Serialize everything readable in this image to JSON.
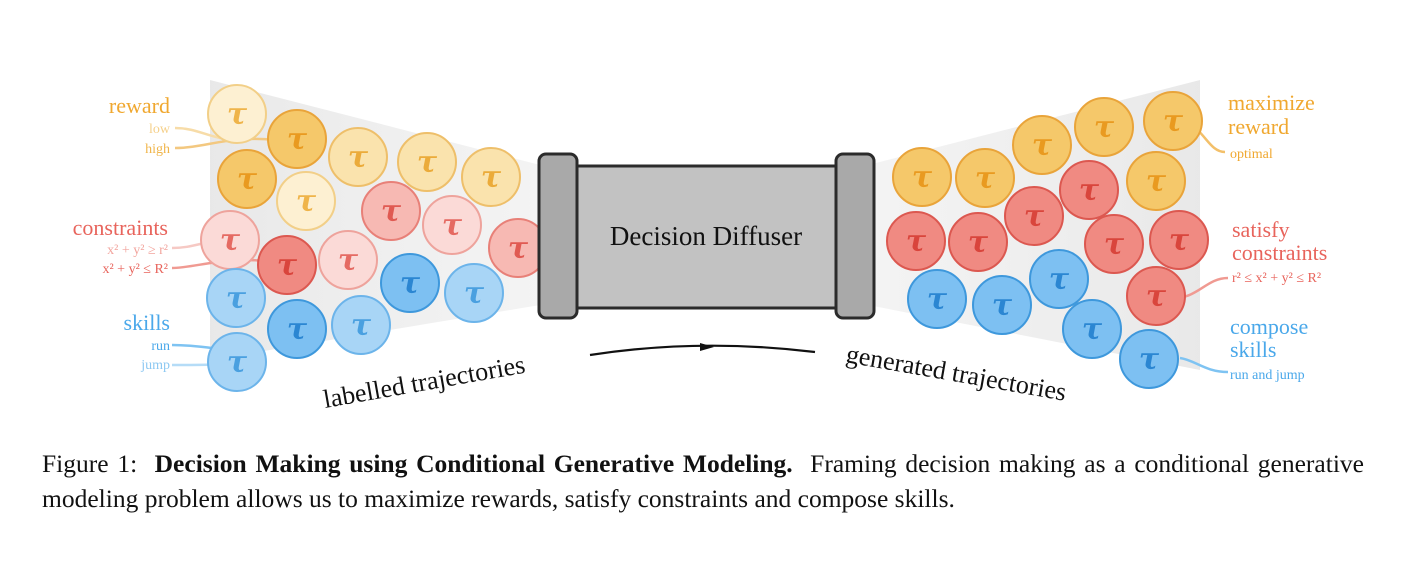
{
  "diagram": {
    "center_label": "Decision Diffuser",
    "token_symbol": "τ",
    "input_label": "labelled trajectories",
    "output_label": "generated trajectories",
    "left_groups": {
      "reward": {
        "title": "reward",
        "items": [
          "low",
          "high"
        ]
      },
      "constraints": {
        "title": "constraints",
        "items": [
          "x² + y² ≥ r²",
          "x² + y² ≤ R²"
        ]
      },
      "skills": {
        "title": "skills",
        "items": [
          "run",
          "jump"
        ]
      }
    },
    "right_groups": {
      "reward": {
        "title_line1": "maximize",
        "title_line2": "reward",
        "item": "optimal"
      },
      "constraints": {
        "title_line1": "satisfy",
        "title_line2": "constraints",
        "item": "r² ≤ x² + y² ≤ R²"
      },
      "skills": {
        "title_line1": "compose",
        "title_line2": "skills",
        "item": "run and jump"
      }
    },
    "colors": {
      "orange": "#f0a830",
      "red": "#e8645c",
      "blue": "#4aa8ea",
      "box_fill": "#c2c2c2",
      "box_stroke": "#2b2b2b"
    }
  },
  "caption": {
    "prefix": "Figure 1:",
    "bold": "Decision Making using Conditional Generative Modeling.",
    "text": "Framing decision making as a conditional generative modeling problem allows us to maximize rewards, satisfy constraints and compose skills."
  }
}
